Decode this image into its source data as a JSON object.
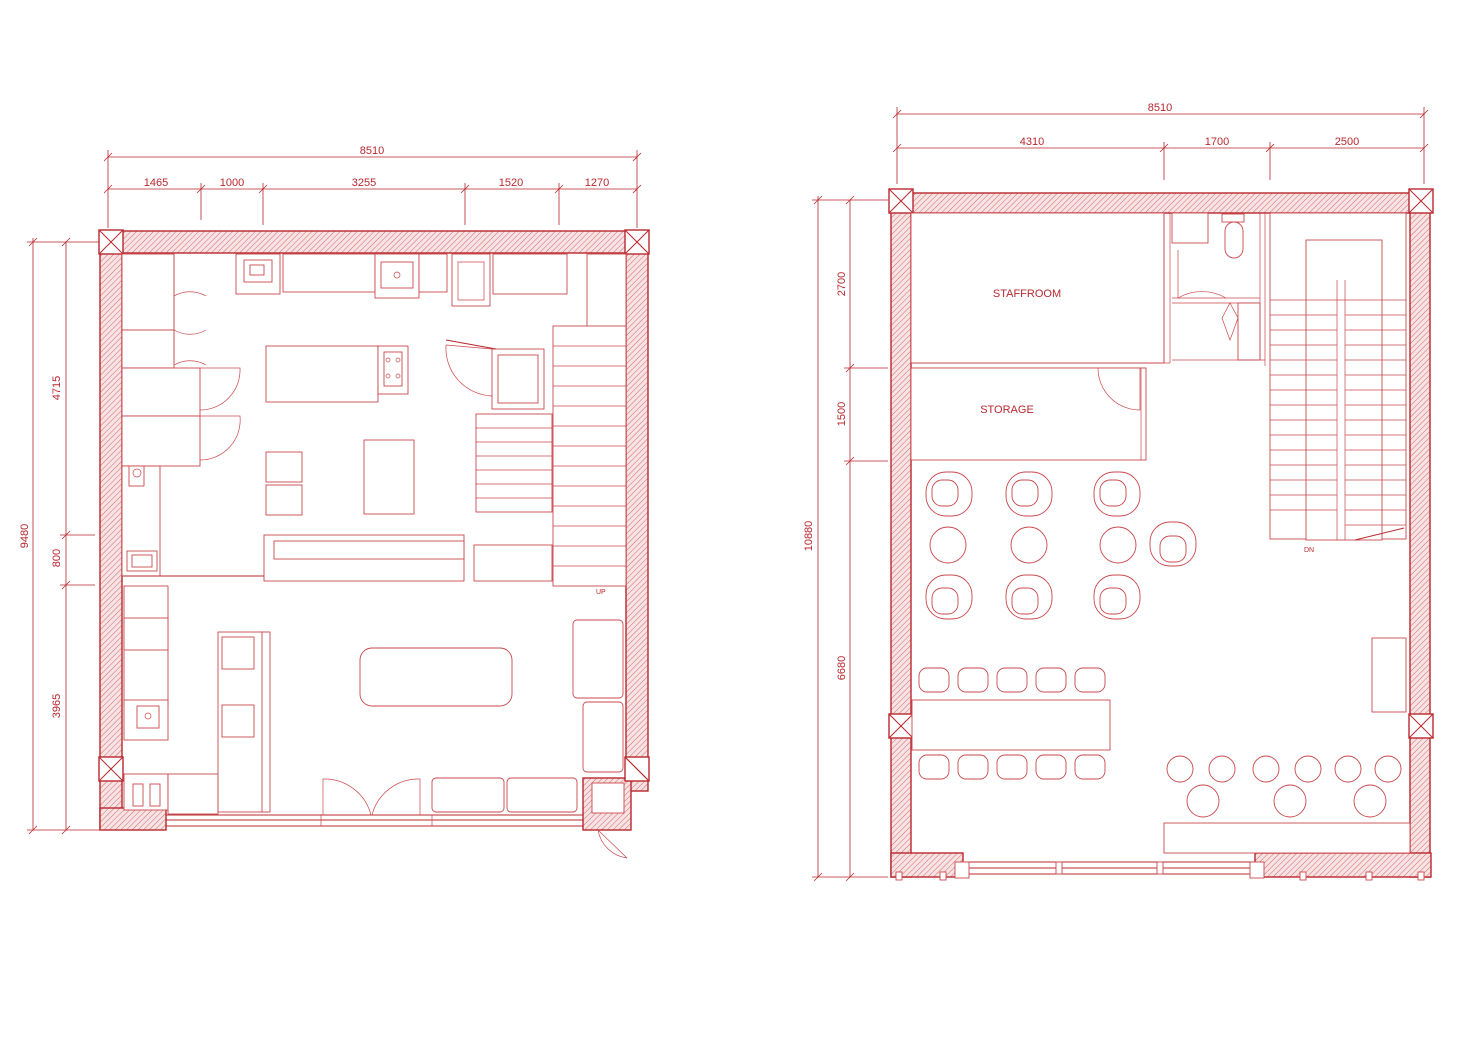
{
  "colors": {
    "line": "#b8282e",
    "background": "#ffffff"
  },
  "ground_floor": {
    "total_width": "8510",
    "segments": [
      "1465",
      "1000",
      "3255",
      "1520",
      "1270"
    ],
    "total_height": "9480",
    "height_segments": [
      "4715",
      "800",
      "3965"
    ],
    "stair_label": "UP"
  },
  "upper_floor": {
    "total_width": "8510",
    "segments": [
      "4310",
      "1700",
      "2500"
    ],
    "total_height": "10880",
    "height_segments": [
      "2700",
      "1500",
      "6680"
    ],
    "rooms": [
      "STAFFROOM",
      "STORAGE"
    ],
    "stair_label": "DN"
  }
}
